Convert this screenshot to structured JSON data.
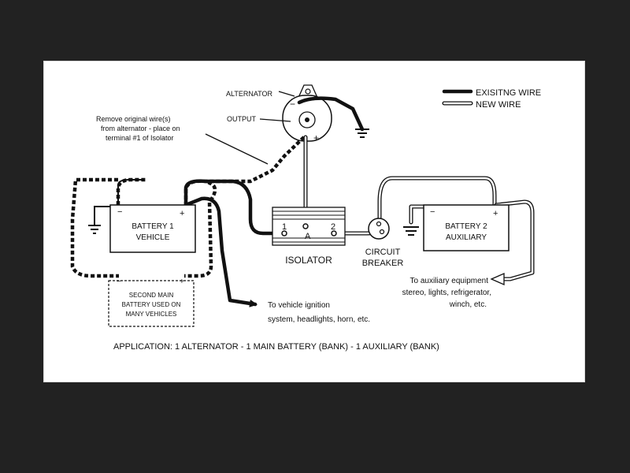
{
  "legend": {
    "existing_wire": "EXISITNG WIRE",
    "new_wire": "NEW WIRE"
  },
  "alternator": {
    "label": "ALTERNATOR",
    "output_label": "OUTPUT",
    "minus": "−",
    "plus": "+"
  },
  "note": {
    "line1": "Remove original wire(s)",
    "line2": "from alternator - place on",
    "line3": "terminal #1 of Isolator"
  },
  "battery1": {
    "line1": "BATTERY 1",
    "line2": "VEHICLE",
    "minus": "−",
    "plus": "+"
  },
  "battery2": {
    "line1": "BATTERY 2",
    "line2": "AUXILIARY",
    "minus": "−",
    "plus": "+"
  },
  "second_battery": {
    "line1": "SECOND MAIN",
    "line2": "BATTERY USED ON",
    "line3": "MANY VEHICLES",
    "minus": "−",
    "plus": "+"
  },
  "isolator": {
    "label": "ISOLATOR",
    "t1": "1",
    "tA": "A",
    "t2": "2"
  },
  "breaker": {
    "line1": "CIRCUIT",
    "line2": "BREAKER"
  },
  "vehicle_text": {
    "line1": "To vehicle ignition",
    "line2": "system, headlights, horn, etc."
  },
  "aux_text": {
    "line1": "To auxiliary equipment",
    "line2": "stereo, lights, refrigerator,",
    "line3": "winch, etc."
  },
  "caption": "APPLICATION: 1 ALTERNATOR - 1 MAIN BATTERY (BANK) - 1 AUXILIARY (BANK)"
}
